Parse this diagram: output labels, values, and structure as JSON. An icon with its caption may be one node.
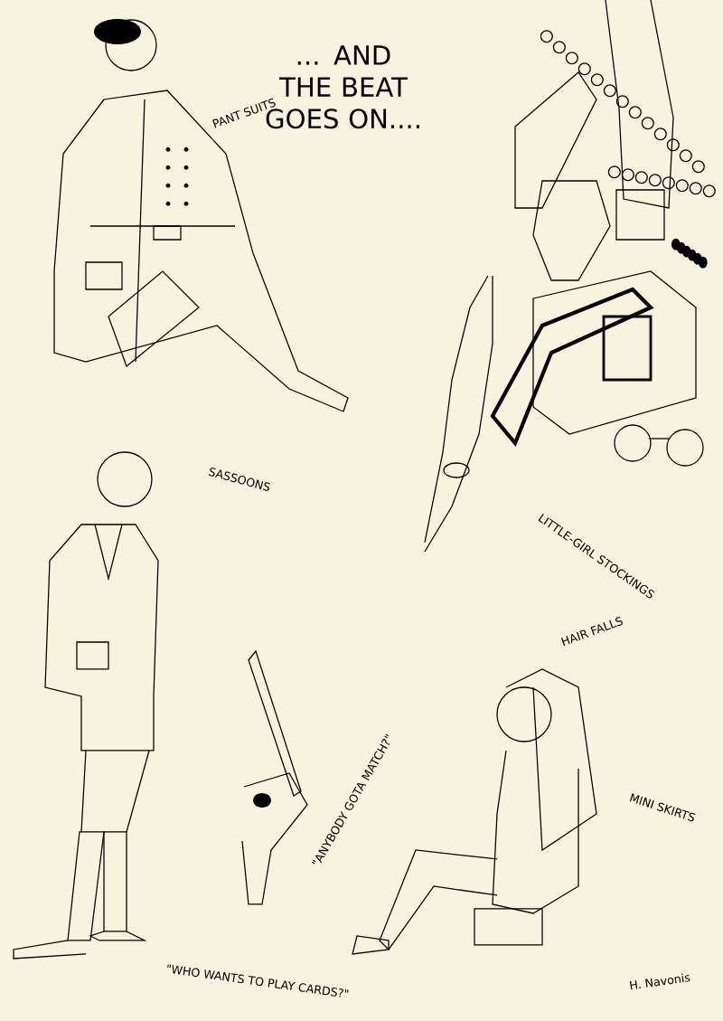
{
  "diagram": {
    "title": "... AND THE BEAT GOES ON....",
    "labels": [
      "PANT SUITS",
      "SASSOONS",
      "LITTLE-GIRL STOCKINGS",
      "HAIR FALLS",
      "MINI SKIRTS",
      "\"ANYBODY GOTA MATCH?\"",
      "\"WHO WANTS TO PLAY CARDS?\"",
      "H. Navonis"
    ]
  }
}
